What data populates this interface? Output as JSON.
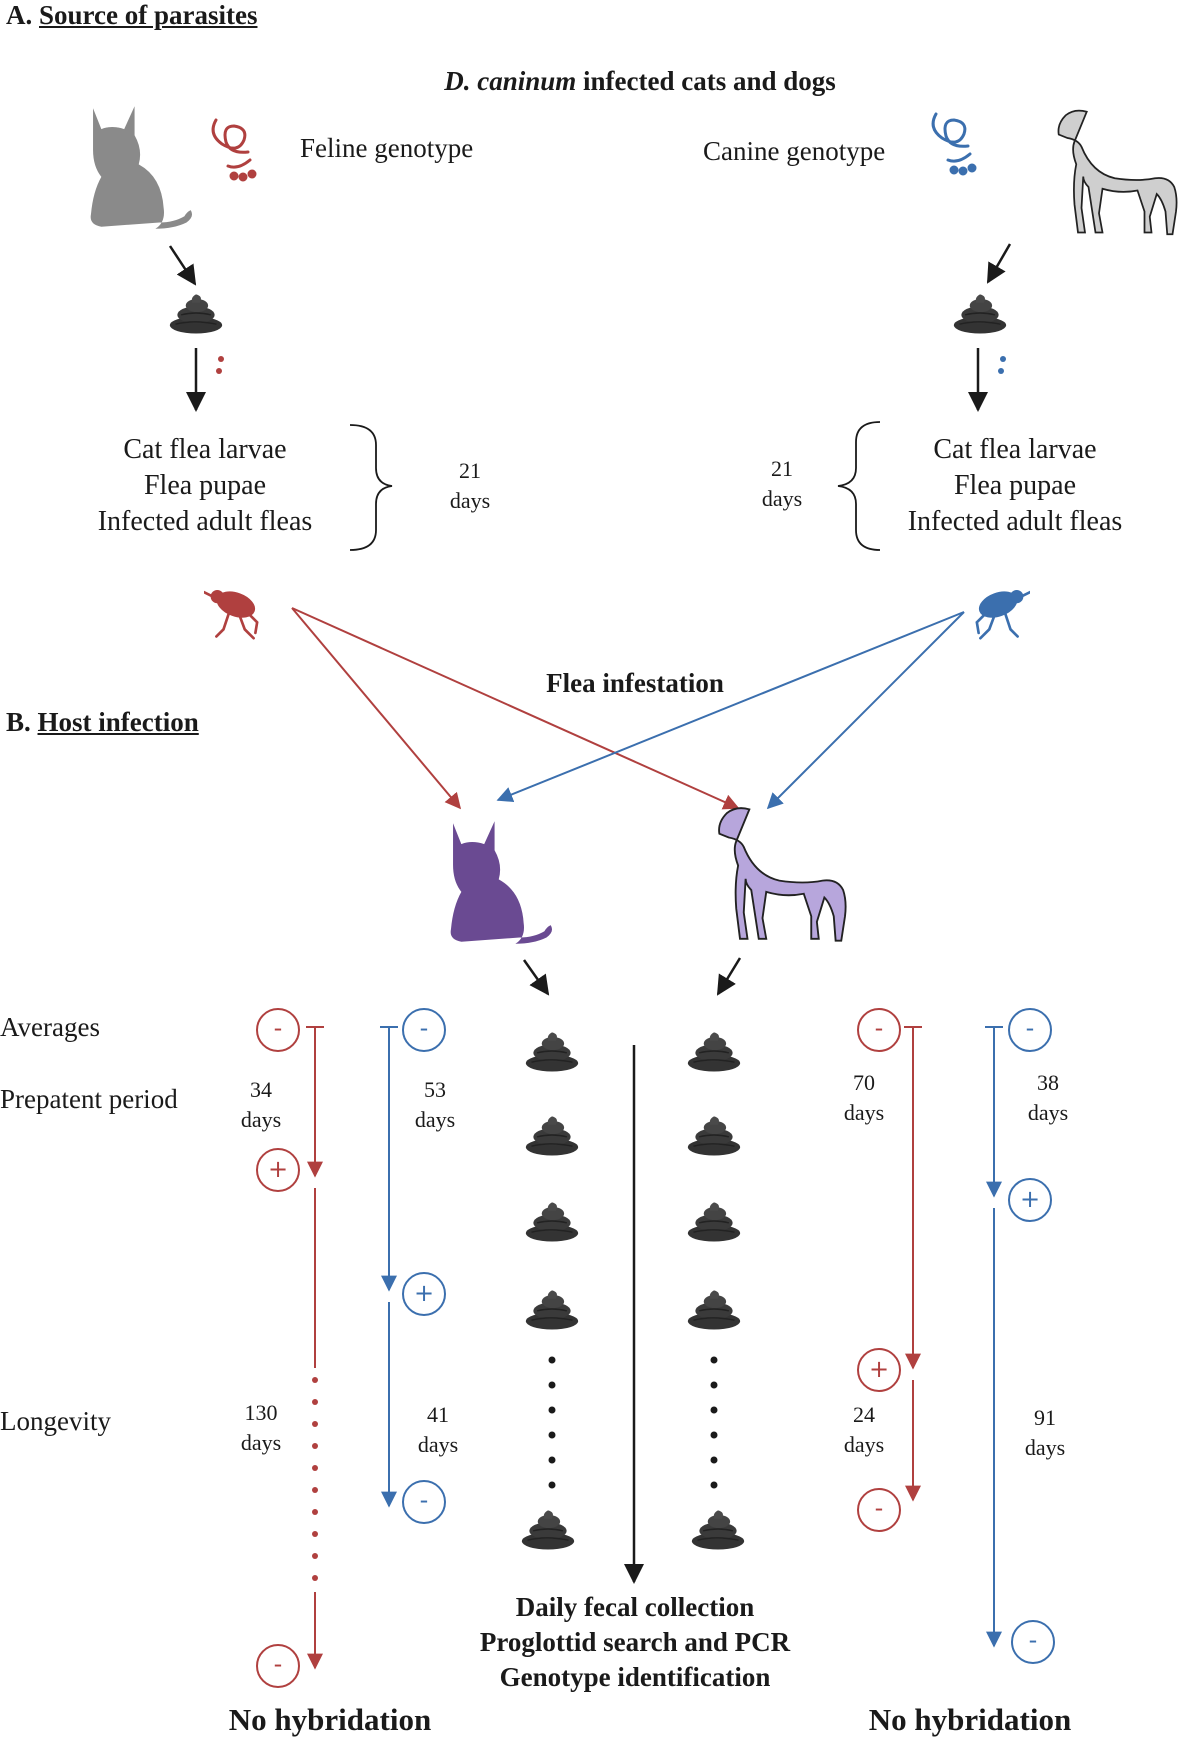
{
  "section_a": {
    "letter": "A.",
    "title": "Source of parasites"
  },
  "section_b": {
    "letter": "B.",
    "title": "Host infection"
  },
  "top_title": {
    "italic": "D. caninum",
    "rest": " infected cats and dogs"
  },
  "feline_genotype": "Feline genotype",
  "canine_genotype": "Canine genotype",
  "stages_left": [
    "Cat flea larvae",
    "Flea pupae",
    "Infected adult fleas"
  ],
  "stages_right": [
    "Cat flea larvae",
    "Flea pupae",
    "Infected adult fleas"
  ],
  "days_left": {
    "value": "21",
    "unit": "days"
  },
  "days_right": {
    "value": "21",
    "unit": "days"
  },
  "flea_infestation": "Flea infestation",
  "row_labels": {
    "averages": "Averages",
    "prepatent": "Prepatent period",
    "longevity": "Longevity"
  },
  "timelines": {
    "cat_feline": {
      "prepatent": "34",
      "longevity": "130",
      "unit": "days"
    },
    "cat_canine": {
      "prepatent": "53",
      "longevity": "41",
      "unit": "days"
    },
    "dog_feline": {
      "prepatent": "70",
      "longevity": "24",
      "unit": "days"
    },
    "dog_canine": {
      "prepatent": "38",
      "longevity": "91",
      "unit": "days"
    }
  },
  "signs": {
    "negative": "-",
    "positive": "+"
  },
  "procedure": [
    "Daily fecal collection",
    "Proglottid search and PCR",
    "Genotype identification"
  ],
  "no_hybridation_left": "No hybridation",
  "no_hybridation_right": "No hybridation",
  "colors": {
    "feline": "#b0403f",
    "canine": "#3b6fae",
    "infected_host": "#6a4a92",
    "dog_infected": "#b7a6dc",
    "cat_source": "#888888",
    "feces": "#3a3a3a"
  },
  "icons": [
    "cat-icon",
    "dog-icon",
    "worm-icon",
    "feces-icon",
    "flea-icon"
  ]
}
